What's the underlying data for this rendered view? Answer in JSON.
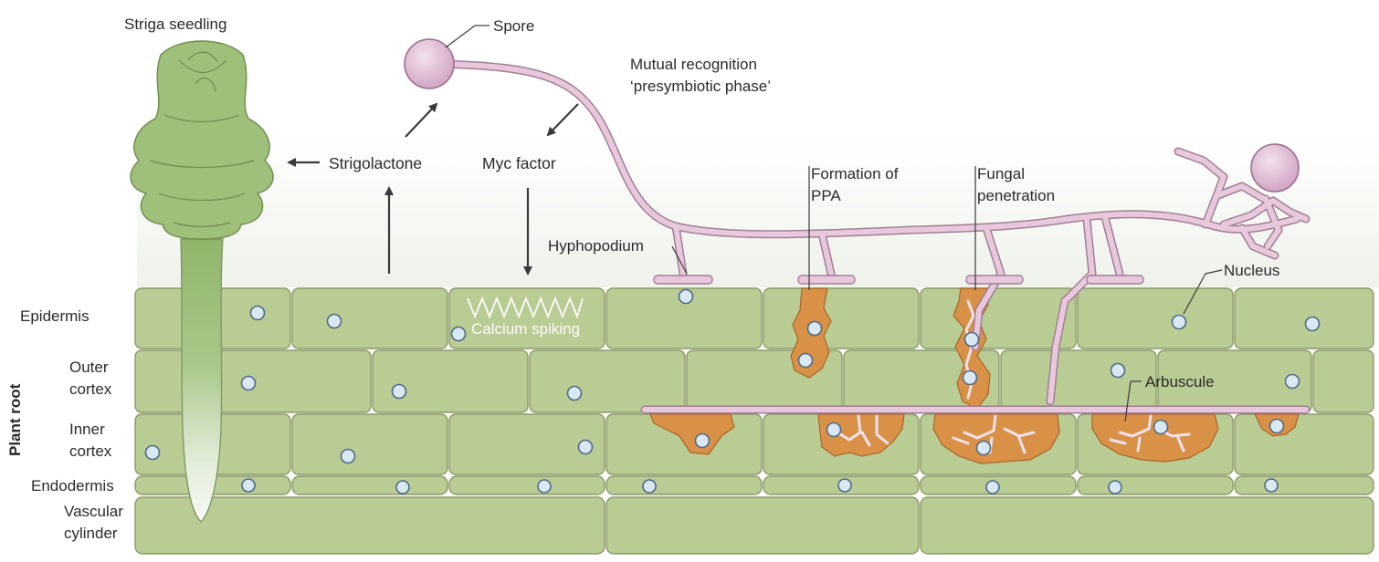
{
  "diagram": {
    "labels": {
      "striga_seedling": "Striga seedling",
      "spore": "Spore",
      "mutual_recognition_line1": "Mutual recognition",
      "mutual_recognition_line2": "‘presymbiotic phase’",
      "strigolactone": "Strigolactone",
      "myc_factor": "Myc factor",
      "formation_ppa_line1": "Formation of",
      "formation_ppa_line2": "PPA",
      "fungal_penetration_line1": "Fungal",
      "fungal_penetration_line2": "penetration",
      "hyphopodium": "Hyphopodium",
      "nucleus": "Nucleus",
      "calcium_spiking": "Calcium spiking",
      "arbuscule": "Arbuscule",
      "plant_root": "Plant root"
    },
    "layers": {
      "epidermis": "Epidermis",
      "outer_cortex_line1": "Outer",
      "outer_cortex_line2": "cortex",
      "inner_cortex_line1": "Inner",
      "inner_cortex_line2": "cortex",
      "endodermis": "Endodermis",
      "vascular_line1": "Vascular",
      "vascular_line2": "cylinder"
    },
    "colors": {
      "cell_fill": "#b9cc93",
      "cell_stroke": "#8a9a68",
      "hypha": "#e8c8dc",
      "spore": "#dcb8d2",
      "arbuscule": "#d99147",
      "nucleus": "#d9e8f2",
      "seedling": "#9fc07a"
    }
  }
}
